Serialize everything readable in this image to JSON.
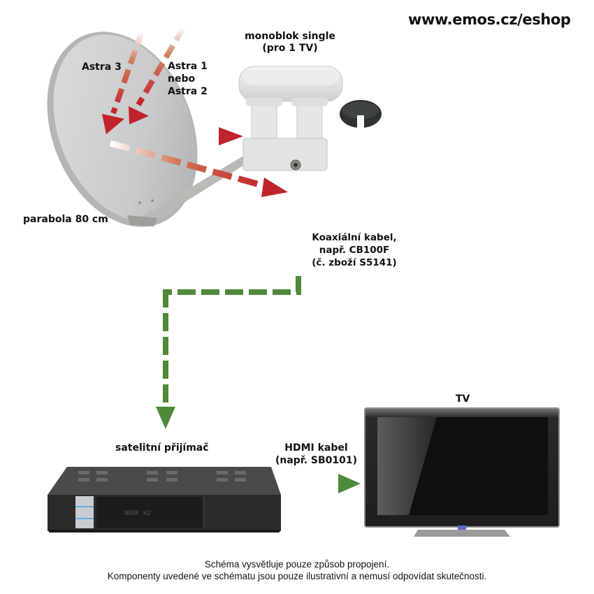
{
  "header": {
    "website": "www.emos.cz/eshop"
  },
  "components": {
    "dish": {
      "label": "parabola 80 cm"
    },
    "lnb": {
      "label_line1": "monoblok single",
      "label_line2": "(pro 1 TV)"
    },
    "receiver": {
      "label": "satelitní přijímač",
      "display_text": "NDRF H2"
    },
    "tv": {
      "label": "TV"
    }
  },
  "satellites": {
    "astra3": "Astra 3",
    "astra12_line1": "Astra 1",
    "astra12_line2": "nebo",
    "astra12_line3": "Astra 2"
  },
  "cables": {
    "coax": {
      "line1": "Koaxiální kabel,",
      "line2": "např. CB100F",
      "line3": "(č. zboží S5141)"
    },
    "hdmi": {
      "line1": "HDMI kabel",
      "line2": "(např. SB0101)"
    }
  },
  "footnote": {
    "line1": "Schéma vysvětluje pouze způsob propojení.",
    "line2": "Komponenty uvedené ve schématu jsou pouze ilustrativní a nemusí odpovídat skutečnosti."
  },
  "colors": {
    "signal_arrow": "#c0232b",
    "cable_arrow": "#4e8a3a",
    "dish": "#c9cbcc",
    "tv_body": "#2b2b2b"
  }
}
